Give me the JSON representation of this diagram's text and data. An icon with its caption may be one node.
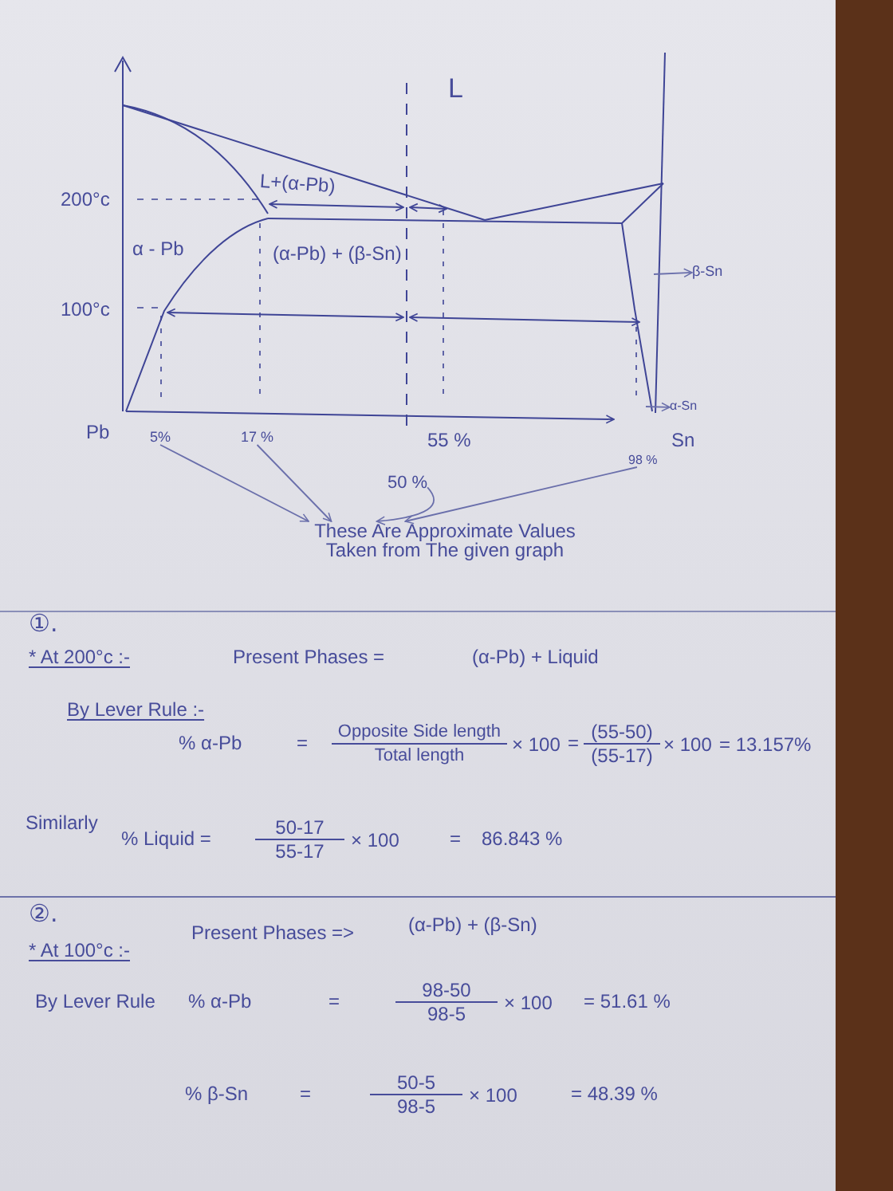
{
  "diagram": {
    "nodes": [
      {
        "text": [
          "β-Sn"
        ]
      },
      {
        "text": [
          "α-Sn"
        ]
      },
      {
        "text": [
          "5%"
        ]
      },
      {
        "text": [
          "17 %"
        ]
      },
      {
        "text": [
          "98 %"
        ]
      },
      {
        "text": [
          "50 %"
        ]
      },
      {
        "text": [
          "These Are Approximate Values Taken from The given graph"
        ]
      }
    ],
    "edges": [
      {
        "from": null,
        "to": 0,
        "arrow": "to"
      },
      {
        "from": null,
        "to": 1,
        "arrow": "to"
      },
      {
        "from": 2,
        "to": 6,
        "arrow": "to"
      },
      {
        "from": 3,
        "to": 6,
        "arrow": "to"
      },
      {
        "from": 5,
        "to": 6,
        "arrow": "to"
      },
      {
        "from": 4,
        "to": 6,
        "arrow": "to"
      }
    ],
    "labels": [
      "L",
      "L+(α-Pb)",
      "200°c",
      "α - Pb",
      "(α-Pb) + (β-Sn)",
      "100°c",
      "Pb",
      "55 %",
      "Sn",
      "①.",
      "* At 200°c :-",
      "Present Phases =",
      "(α-Pb) + Liquid",
      "By Lever Rule :-",
      "% α-Pb",
      "=",
      "Opposite Side length",
      "Total length",
      "× 100",
      "=",
      "(55-50)",
      "(55-17)",
      "× 100",
      "= 13.157%",
      "Similarly",
      "% Liquid =",
      "50-17",
      "55-17",
      "× 100",
      "=",
      "86.843 %",
      "②.",
      "* At 100°c :-",
      "Present Phases =>",
      "(α-Pb) + (β-Sn)",
      "By Lever Rule",
      "% α-Pb",
      "=",
      "98-50",
      "98-5",
      "× 100",
      "= 51.61 %",
      "% β-Sn",
      "=",
      "50-5",
      "98-5",
      "× 100",
      "= 48.39 %"
    ]
  }
}
